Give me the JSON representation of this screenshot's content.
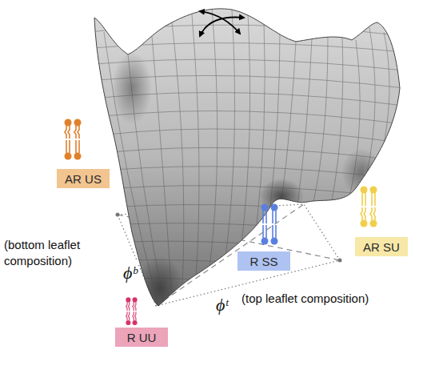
{
  "diagram": {
    "nodes": [
      {
        "text": [
          "AR US"
        ]
      },
      {
        "text": [
          "AR SU"
        ]
      },
      {
        "text": [
          "R SS"
        ]
      },
      {
        "text": [
          "R UU"
        ]
      }
    ],
    "labels": [
      "(bottom leaflet composition)",
      "ϕᵇ",
      "ϕᵗ",
      "(top leaflet composition)"
    ]
  }
}
